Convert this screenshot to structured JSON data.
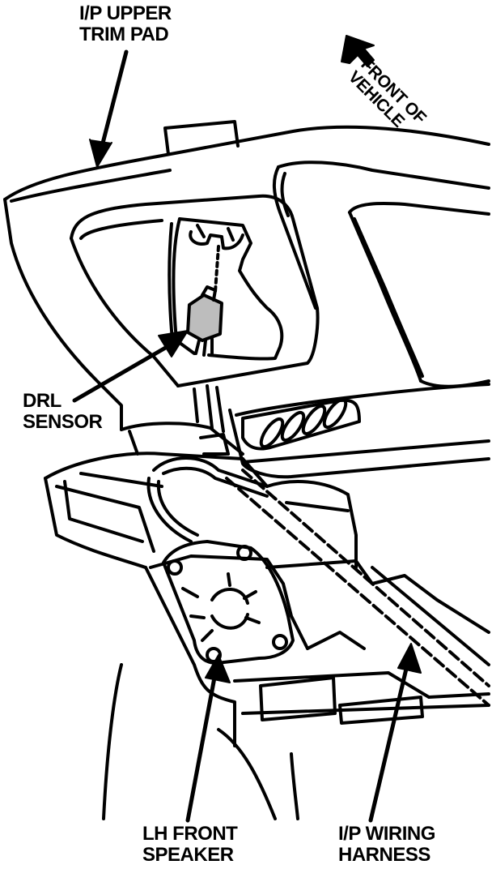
{
  "labels": {
    "trim_pad": [
      "I/P UPPER",
      "TRIM PAD"
    ],
    "front_of_vehicle": [
      "FRONT OF",
      "VEHICLE"
    ],
    "drl_sensor": [
      "DRL",
      "SENSOR"
    ],
    "lh_front_speaker": [
      "LH FRONT",
      "SPEAKER"
    ],
    "ip_wiring_harness": [
      "I/P WIRING",
      "HARNESS"
    ]
  },
  "colors": {
    "ink": "#000000",
    "paper": "#ffffff",
    "sensor_shade": "#bdbdbd"
  }
}
